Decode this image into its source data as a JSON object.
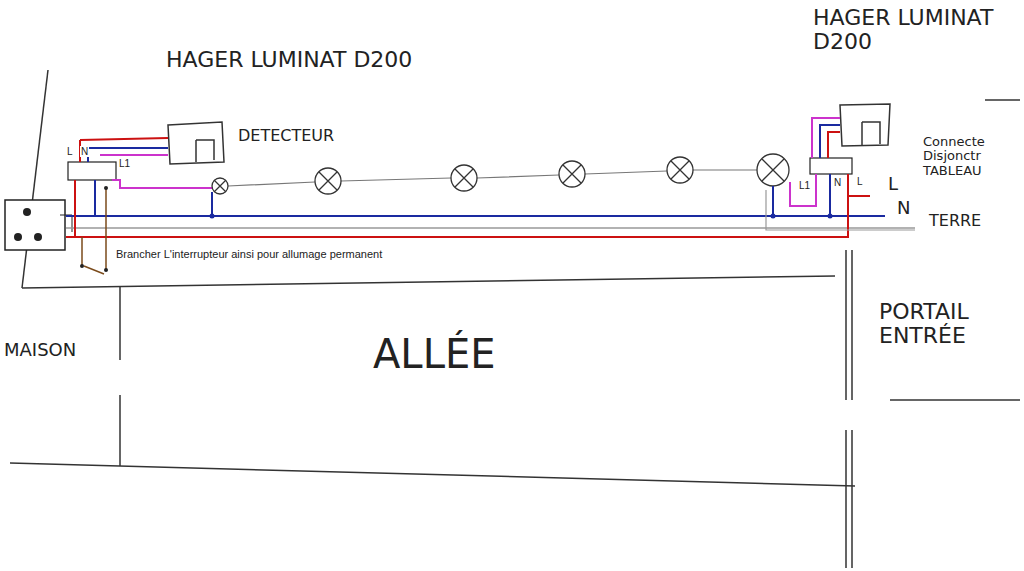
{
  "diagram": {
    "labels": [
      "HAGER LUMINAT D200",
      "DETECTEUR",
      "HAGER LUMINAT D200",
      "Connecte Disjonctr TABLEAU",
      "L",
      "N",
      "TERRE",
      "L",
      "N",
      "L1",
      "L1",
      "N",
      "L",
      "Brancher L'interrupteur ainsi pour allumage permanent",
      "MAISON",
      "ALLÉE",
      "PORTAIL ENTRÉE"
    ]
  }
}
